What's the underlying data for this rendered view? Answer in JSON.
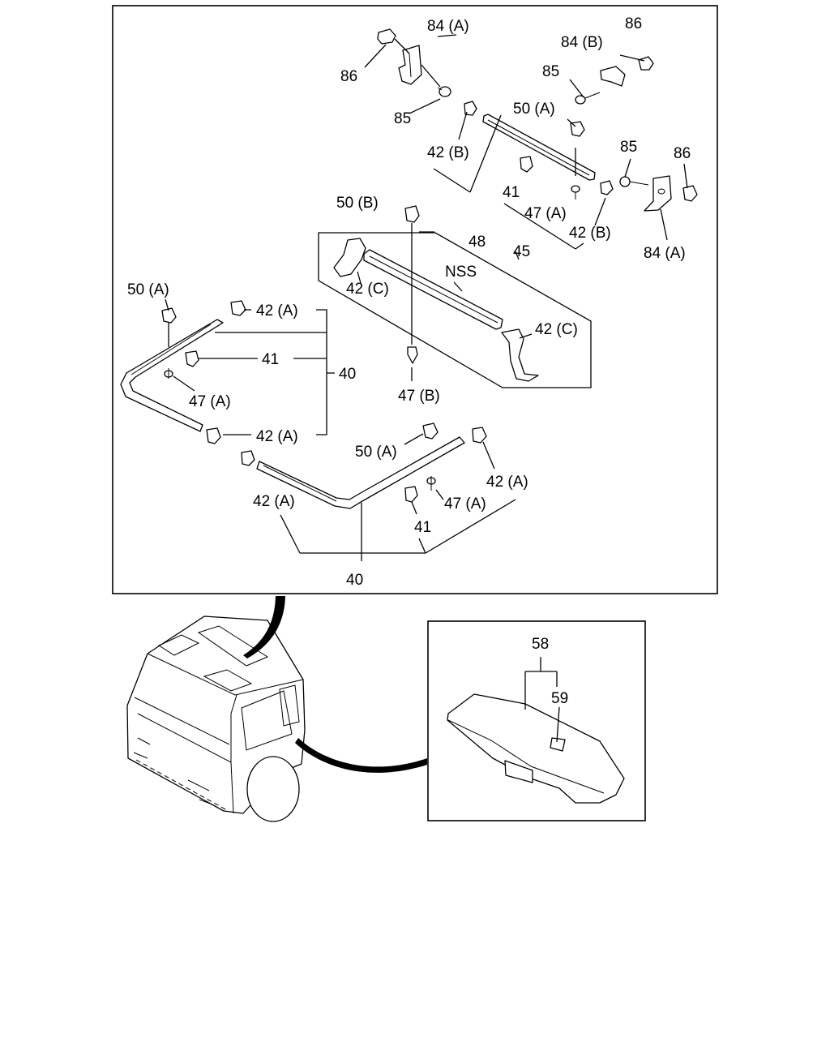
{
  "labels": {
    "l86a": "86",
    "l84a_top": "84 (A)",
    "l85a": "85",
    "l86b": "86",
    "l84b": "84 (B)",
    "l85b": "85",
    "l50a_top": "50 (A)",
    "l42b_left": "42 (B)",
    "l85c": "85",
    "l86c": "86",
    "l41_top": "41",
    "l47a_top": "47 (A)",
    "l42b_right": "42 (B)",
    "l84a_right": "84 (A)",
    "l50b": "50 (B)",
    "l48": "48",
    "l45": "45",
    "lnss": "NSS",
    "l42c_left": "42 (C)",
    "l42c_right": "42 (C)",
    "l47b": "47 (B)",
    "l50a_left": "50 (A)",
    "l42a_1": "42 (A)",
    "l41_left": "41",
    "l40_left": "40",
    "l47a_left": "47 (A)",
    "l42a_2": "42 (A)",
    "l50a_mid": "50 (A)",
    "l42a_3": "42 (A)",
    "l42a_4": "42 (A)",
    "l47a_mid": "47 (A)",
    "l41_mid": "41",
    "l40_bottom": "40",
    "l58": "58",
    "l59": "59"
  }
}
